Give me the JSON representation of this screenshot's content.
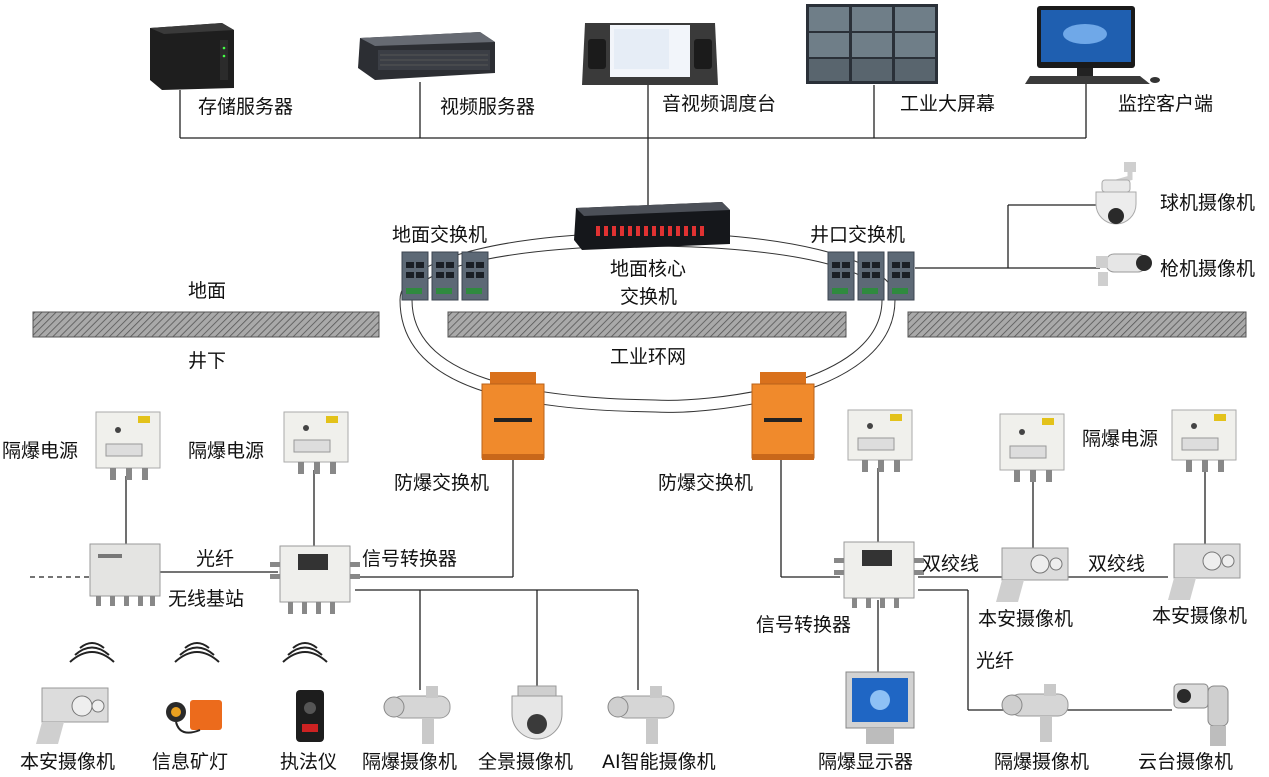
{
  "top_devices": {
    "storage_server": "存储服务器",
    "video_server": "视频服务器",
    "av_console": "音视频调度台",
    "industrial_screen": "工业大屏幕",
    "monitor_client": "监控客户端"
  },
  "switches": {
    "surface_switch": "地面交换机",
    "core_switch_line1": "地面核心",
    "core_switch_line2": "交换机",
    "shaft_switch": "井口交换机"
  },
  "right_cameras": {
    "dome_camera": "球机摄像机",
    "gun_camera": "枪机摄像机"
  },
  "ground": {
    "surface": "地面",
    "underground": "井下",
    "ring_network": "工业环网"
  },
  "left_section": {
    "power_supply_1": "隔爆电源",
    "power_supply_2": "隔爆电源",
    "explosion_switch": "防爆交换机",
    "fiber": "光纤",
    "signal_converter": "信号转换器",
    "wireless_base": "无线基站",
    "bottom_devices": [
      "本安摄像机",
      "信息矿灯",
      "执法仪",
      "隔爆摄像机",
      "全景摄像机",
      "AI智能摄像机"
    ]
  },
  "right_section": {
    "explosion_switch": "防爆交换机",
    "power_supply": "隔爆电源",
    "twisted_pair_1": "双绞线",
    "twisted_pair_2": "双绞线",
    "signal_converter": "信号转换器",
    "intrinsic_camera_1": "本安摄像机",
    "intrinsic_camera_2": "本安摄像机",
    "fiber": "光纤",
    "display": "隔爆显示器",
    "flameproof_camera": "隔爆摄像机",
    "ptz_camera": "云台摄像机"
  },
  "colors": {
    "line": "#222222",
    "orange_box": "#f08a2c",
    "hatch": "#6b6b6b",
    "steel": "#d8d8d8"
  }
}
